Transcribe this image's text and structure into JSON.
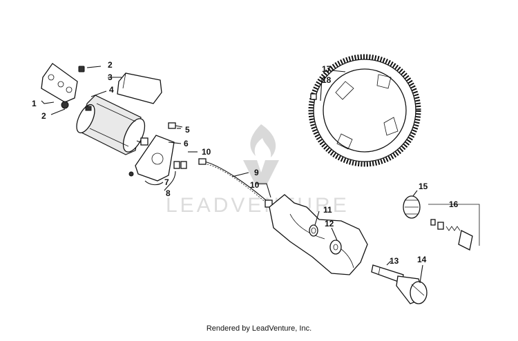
{
  "watermark": {
    "brand": "LEADVENTURE"
  },
  "callouts": {
    "c1": "1",
    "c2a": "2",
    "c2b": "2",
    "c3": "3",
    "c4": "4",
    "c5": "5",
    "c6": "6",
    "c7": "7",
    "c8": "8",
    "c9": "9",
    "c10a": "10",
    "c10b": "10",
    "c11": "11",
    "c12": "12",
    "c13": "13",
    "c14": "14",
    "c15": "15",
    "c16": "16",
    "c17": "17",
    "c18": "18"
  },
  "footer": {
    "credit": "Rendered by LeadVenture, Inc."
  }
}
